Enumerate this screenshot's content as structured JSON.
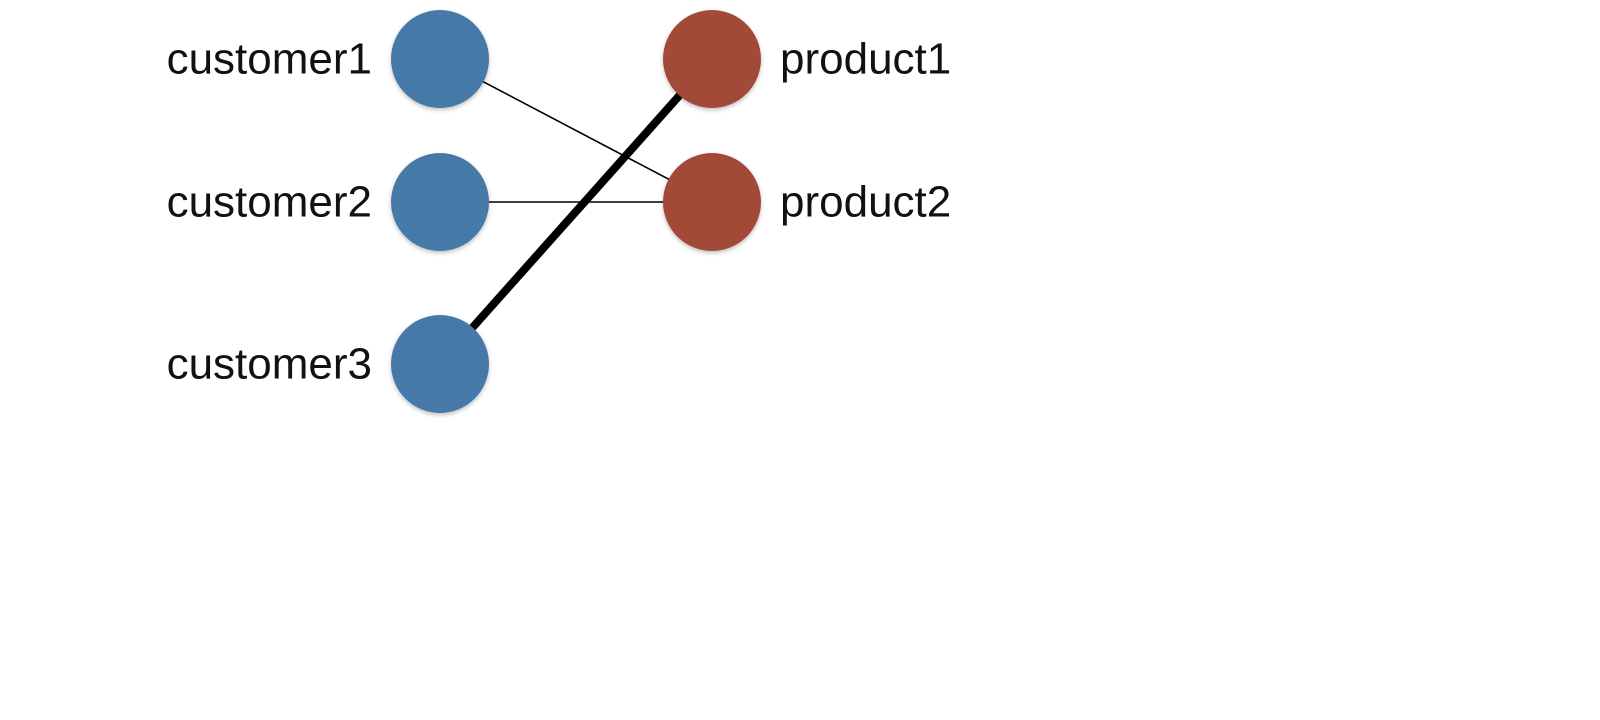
{
  "diagram": {
    "type": "bipartite-graph",
    "colors": {
      "customer": "#4679a8",
      "product": "#a34a38",
      "edge": "#000000",
      "label": "#111111"
    },
    "customers": [
      {
        "id": "c1",
        "label": "customer1"
      },
      {
        "id": "c2",
        "label": "customer2"
      },
      {
        "id": "c3",
        "label": "customer3"
      }
    ],
    "products": [
      {
        "id": "p1",
        "label": "product1"
      },
      {
        "id": "p2",
        "label": "product2"
      }
    ],
    "edges": [
      {
        "from": "c1",
        "to": "p2",
        "weight": 1
      },
      {
        "from": "c2",
        "to": "p2",
        "weight": 1
      },
      {
        "from": "c3",
        "to": "p1",
        "weight": 5
      }
    ]
  }
}
